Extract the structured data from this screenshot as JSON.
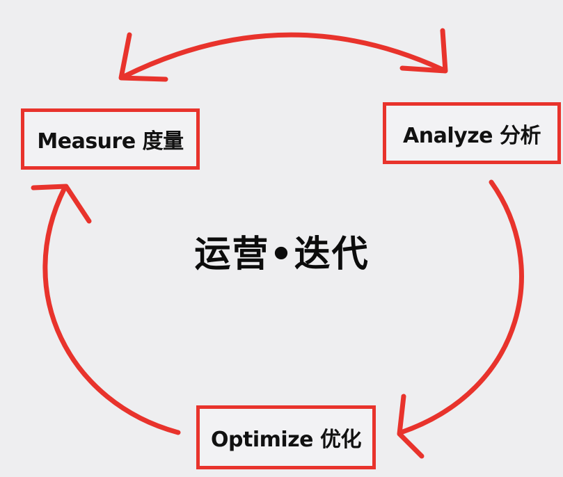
{
  "nodes": {
    "measure": "Measure 度量",
    "analyze": "Analyze 分析",
    "optimize": "Optimize 优化"
  },
  "center_title": "运营•迭代",
  "colors": {
    "background": "#eeeef0",
    "accent": "#e8332c",
    "text": "#111111"
  }
}
